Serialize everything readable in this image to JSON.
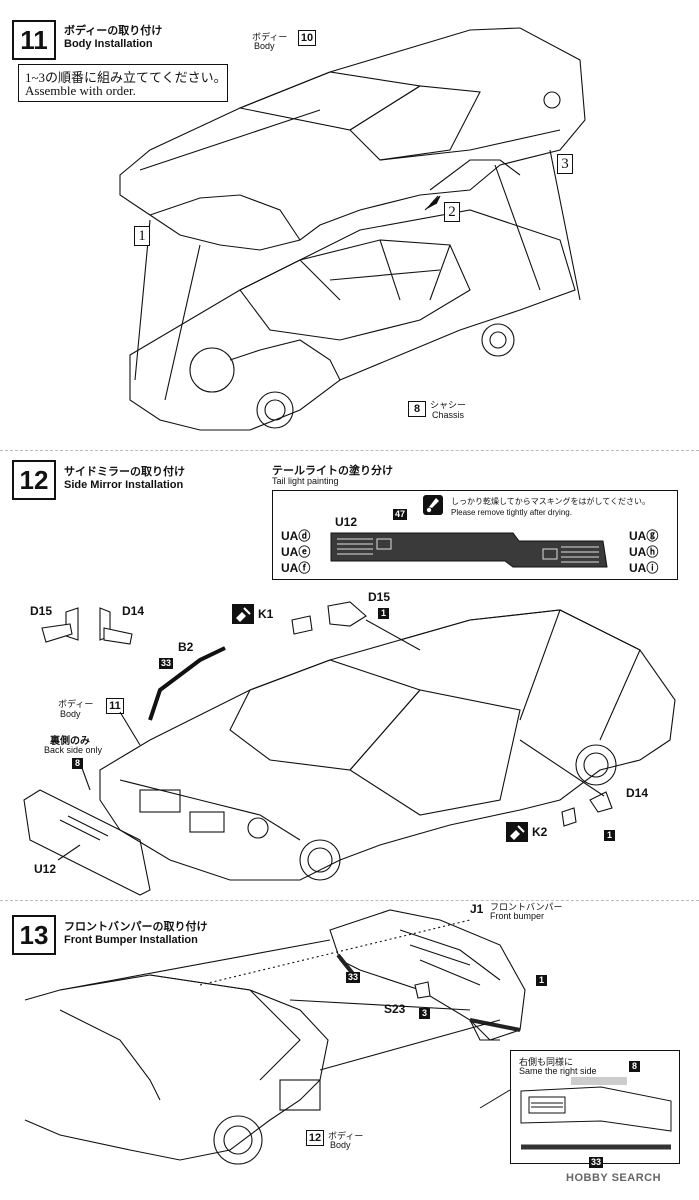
{
  "step11": {
    "number": "11",
    "title_jp": "ボディーの取り付け",
    "title_en": "Body Installation",
    "note_jp": "1~3の順番に組み立ててください。",
    "note_en": "Assemble with order.",
    "body_jp": "ボディー",
    "body_en": "Body",
    "body_part": "10",
    "order_1": "1",
    "order_2": "2",
    "order_3": "3",
    "chassis_part": "8",
    "chassis_jp": "シャシー",
    "chassis_en": "Chassis"
  },
  "step12": {
    "number": "12",
    "title_jp": "サイドミラーの取り付け",
    "title_en": "Side Mirror Installation",
    "tail_title_jp": "テールライトの塗り分け",
    "tail_title_en": "Tail light painting",
    "tail_note_jp": "しっかり乾燥してからマスキングをはがしてください。",
    "tail_note_en": "Please remove tightly after drying.",
    "tail_part": "U12",
    "tail_color": "47",
    "left_colors": [
      "UAⓓ",
      "UAⓔ",
      "UAⓕ"
    ],
    "right_colors": [
      "UAⓖ",
      "UAⓗ",
      "UAⓘ"
    ],
    "d15": "D15",
    "d14": "D14",
    "k1": "K1",
    "k2": "K2",
    "b2": "B2",
    "b2_color": "33",
    "mirror_color_1": "1",
    "mirror_color_2": "1",
    "d15_top": "D15",
    "d14_right": "D14",
    "body_jp": "ボディー",
    "body_en": "Body",
    "body_part": "11",
    "back_jp": "裏側のみ",
    "back_en": "Back side only",
    "back_color": "8",
    "u12": "U12"
  },
  "step13": {
    "number": "13",
    "title_jp": "フロントバンパーの取り付け",
    "title_en": "Front Bumper Installation",
    "j1": "J1",
    "j1_jp": "フロントバンパー",
    "j1_en": "Front bumper",
    "color_33": "33",
    "color_1": "1",
    "s23": "S23",
    "s23_color": "3",
    "body_part": "12",
    "body_jp": "ボディー",
    "body_en": "Body",
    "right_jp": "右側も同様に",
    "right_en": "Same the right side",
    "right_color_top": "8",
    "right_color_bottom": "33"
  },
  "watermark": "HOBBY SEARCH",
  "colors": {
    "ink": "#111111",
    "light": "#f4f4f4"
  }
}
